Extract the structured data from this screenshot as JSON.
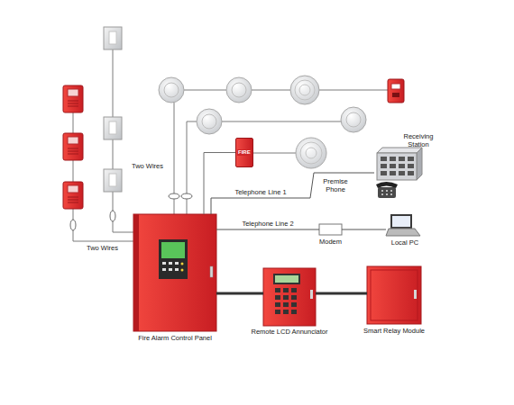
{
  "diagram": {
    "nodes": [
      {
        "text": [
          "FIRE"
        ]
      },
      {
        "text": [
          "Receiving Station"
        ]
      },
      {
        "text": [
          "Premise Phone"
        ]
      },
      {
        "text": [
          "Modem"
        ]
      },
      {
        "text": [
          "Local PC"
        ]
      },
      {
        "text": [
          "Fire Alarm Control Panel"
        ]
      },
      {
        "text": [
          "Remote LCD Annunciator"
        ]
      },
      {
        "text": [
          "Smart Relay Module"
        ]
      }
    ],
    "edges": [
      {
        "from": 5,
        "to": 0,
        "arrow": "none"
      },
      {
        "from": 5,
        "to": 1,
        "label": "Telephone Line 1",
        "arrow": "none"
      },
      {
        "from": 5,
        "to": 3,
        "label": "Telephone Line 2",
        "arrow": "none"
      },
      {
        "from": 3,
        "to": 4,
        "arrow": "none"
      },
      {
        "from": 5,
        "to": 6,
        "arrow": "none"
      },
      {
        "from": 6,
        "to": 7,
        "arrow": "none"
      }
    ],
    "labels": [
      "Two Wires",
      "Two Wires"
    ]
  }
}
